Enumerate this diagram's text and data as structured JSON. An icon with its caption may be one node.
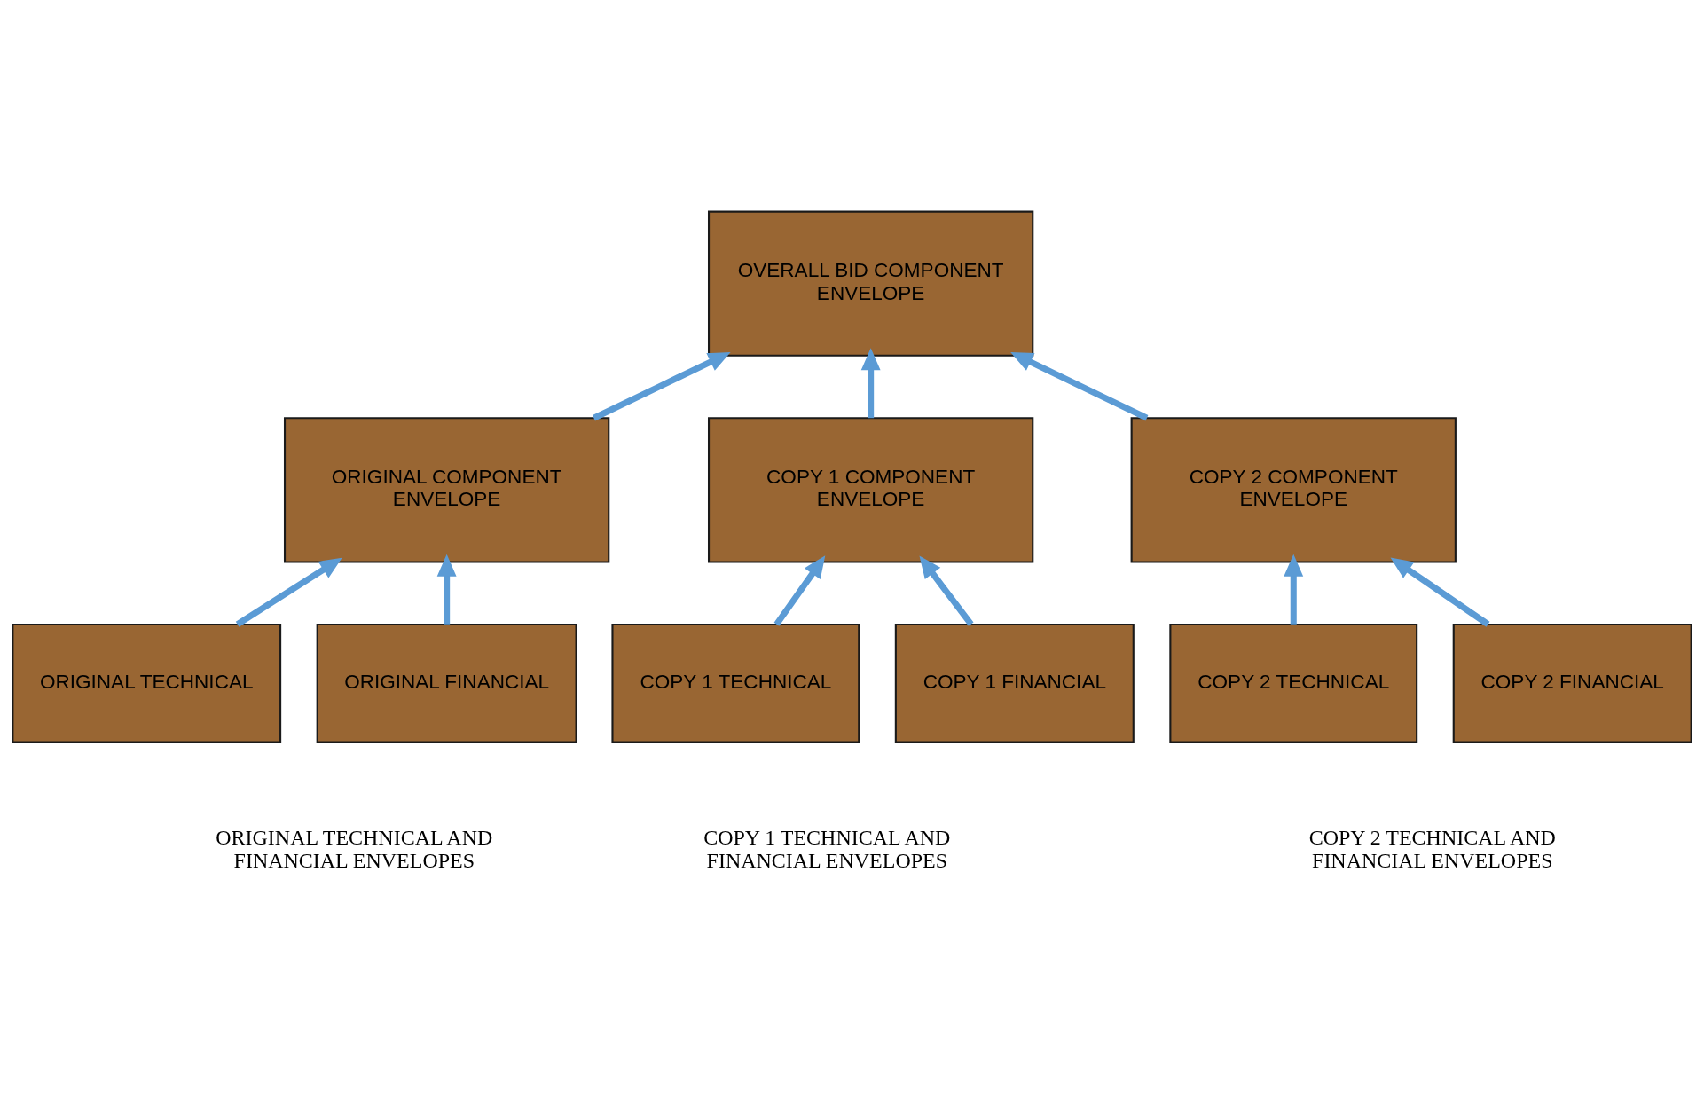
{
  "diagram": {
    "nodes": [
      {
        "text": [
          "OVERALL BID COMPONENT ENVELOPE"
        ]
      },
      {
        "text": [
          "ORIGINAL COMPONENT ENVELOPE"
        ]
      },
      {
        "text": [
          "COPY 1 COMPONENT ENVELOPE"
        ]
      },
      {
        "text": [
          "COPY 2 COMPONENT ENVELOPE"
        ]
      },
      {
        "text": [
          "ORIGINAL TECHNICAL"
        ]
      },
      {
        "text": [
          "ORIGINAL FINANCIAL"
        ]
      },
      {
        "text": [
          "COPY 1 TECHNICAL"
        ]
      },
      {
        "text": [
          "COPY 1 FINANCIAL"
        ]
      },
      {
        "text": [
          "COPY 2 TECHNICAL"
        ]
      },
      {
        "text": [
          "COPY 2 FINANCIAL"
        ]
      }
    ],
    "edges": [
      {
        "from": 1,
        "to": 0,
        "arrow": "to"
      },
      {
        "from": 2,
        "to": 0,
        "arrow": "to"
      },
      {
        "from": 3,
        "to": 0,
        "arrow": "to"
      },
      {
        "from": 4,
        "to": 1,
        "arrow": "to"
      },
      {
        "from": 5,
        "to": 1,
        "arrow": "to"
      },
      {
        "from": 6,
        "to": 2,
        "arrow": "to"
      },
      {
        "from": 7,
        "to": 2,
        "arrow": "to"
      },
      {
        "from": 8,
        "to": 3,
        "arrow": "to"
      },
      {
        "from": 9,
        "to": 3,
        "arrow": "to"
      }
    ],
    "labels": [
      "ORIGINAL TECHNICAL AND FINANCIAL ENVELOPES",
      "COPY 1 TECHNICAL AND FINANCIAL ENVELOPES",
      "COPY 2 TECHNICAL AND FINANCIAL ENVELOPES"
    ]
  }
}
